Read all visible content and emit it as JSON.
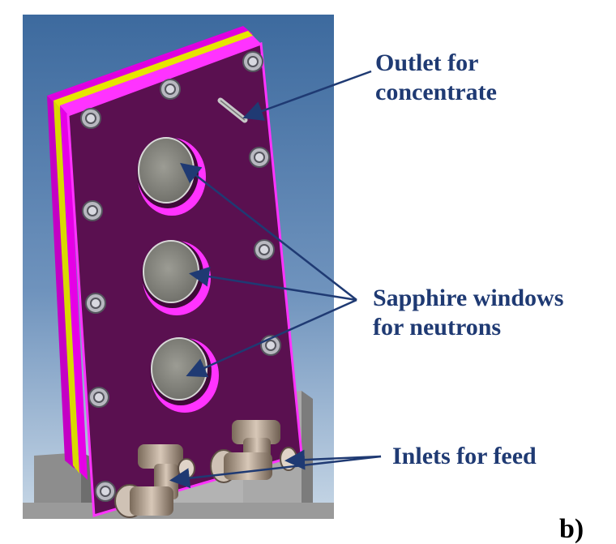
{
  "labels": {
    "outlet": [
      "Outlet for",
      "concentrate"
    ],
    "sapphire": [
      "Sapphire windows",
      "for neutrons"
    ],
    "inlets": "Inlets for feed"
  },
  "panel_mark": "b)",
  "colors": {
    "plate": "#5a1050",
    "plate_edge": "#ff00ff",
    "gasket": "#e6e600",
    "window": "#8c8c84",
    "background_top": "#3d6a9e",
    "background_bottom": "#b8cde0",
    "stand": "#a6a6a6",
    "arrow": "#1f3a73"
  },
  "icons": [
    "bolt-icon",
    "sapphire-window-icon",
    "fitting-icon",
    "outlet-pipe-icon"
  ]
}
